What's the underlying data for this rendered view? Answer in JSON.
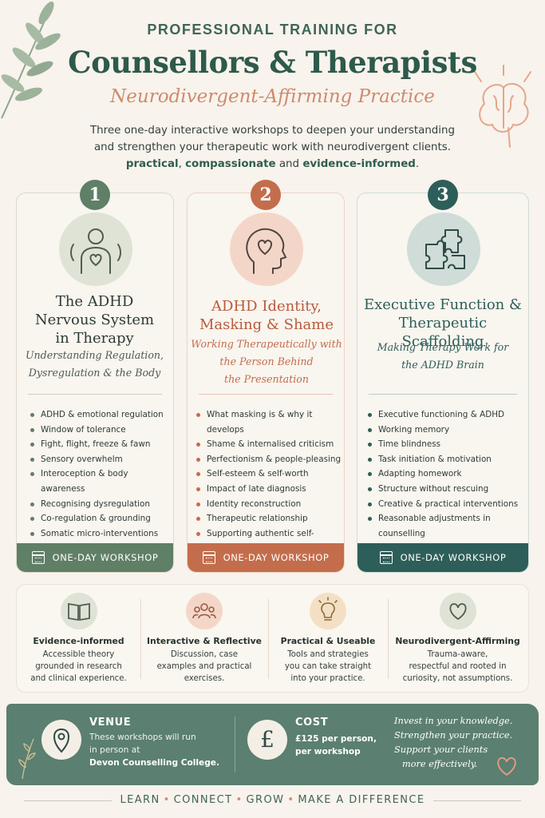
{
  "header": {
    "kicker": "PROFESSIONAL TRAINING FOR",
    "title": "Counsellors & Therapists",
    "subtitle": "Neurodivergent-Affirming Practice",
    "intro_line1": "Three one-day interactive workshops to deepen your understanding",
    "intro_line2": "and strengthen your therapeutic work with neurodivergent clients.",
    "intro_bold1": "practical",
    "intro_sep1": ", ",
    "intro_bold2": "compassionate",
    "intro_sep2": " and ",
    "intro_bold3": "evidence-informed",
    "intro_end": "."
  },
  "workshops": [
    {
      "number": "1",
      "title_lines": [
        "The ADHD",
        "Nervous System",
        "in Therapy"
      ],
      "subtitle_lines": [
        "Understanding Regulation,",
        "Dysregulation & the Body"
      ],
      "items": [
        "ADHD & emotional regulation",
        "Window of tolerance",
        "Fight, flight, freeze & fawn",
        "Sensory overwhelm",
        "Interoception & body awareness",
        "Recognising dysregulation",
        "Co-regulation & grounding",
        "Somatic micro-interventions"
      ],
      "footer": "ONE-DAY WORKSHOP",
      "icon": "body-heart-icon",
      "color": "#5f7f66"
    },
    {
      "number": "2",
      "title_lines": [
        "ADHD Identity,",
        "Masking & Shame"
      ],
      "subtitle_lines": [
        "Working Therapeutically with",
        "the Person Behind",
        "the Presentation"
      ],
      "items": [
        "What masking is & why it develops",
        "Shame & internalised criticism",
        "Perfectionism & people-pleasing",
        "Self-esteem & self-worth",
        "Impact of late diagnosis",
        "Identity reconstruction",
        "Therapeutic relationship",
        "Supporting authentic self-expression"
      ],
      "footer": "ONE-DAY WORKSHOP",
      "icon": "head-heart-icon",
      "color": "#c46d4c"
    },
    {
      "number": "3",
      "title_lines": [
        "Executive Function &",
        "Therapeutic Scaffolding"
      ],
      "subtitle_lines": [
        "Making Therapy Work for",
        "the ADHD Brain"
      ],
      "items": [
        "Executive functioning & ADHD",
        "Working memory",
        "Time blindness",
        "Task initiation & motivation",
        "Adapting homework",
        "Structure without rescuing",
        "Creative & practical interventions",
        "Reasonable adjustments in counselling"
      ],
      "footer": "ONE-DAY WORKSHOP",
      "icon": "puzzle-icon",
      "color": "#2e5e5a"
    }
  ],
  "features": [
    {
      "title": "Evidence-informed",
      "lines": [
        "Accessible theory",
        "grounded in research",
        "and clinical experience."
      ],
      "icon": "book-icon"
    },
    {
      "title": "Interactive & Reflective",
      "lines": [
        "Discussion, case",
        "examples and practical",
        "exercises."
      ],
      "icon": "group-icon"
    },
    {
      "title": "Practical & Useable",
      "lines": [
        "Tools and strategies",
        "you can take straight",
        "into your practice."
      ],
      "icon": "lightbulb-icon"
    },
    {
      "title": "Neurodivergent-Affirming",
      "lines": [
        "Trauma-aware,",
        "respectful and rooted in",
        "curiosity, not assumptions."
      ],
      "icon": "heart-icon"
    }
  ],
  "venue": {
    "label": "VENUE",
    "line1": "These workshops will run",
    "line2": "in person at",
    "place": "Devon Counselling College."
  },
  "cost": {
    "label": "COST",
    "symbol": "£",
    "line1": "£125 per person,",
    "line2": "per workshop"
  },
  "quote_lines": [
    "Invest in your knowledge.",
    "Strengthen your practice.",
    "Support your clients",
    "more effectively."
  ],
  "tagline": [
    "LEARN",
    "CONNECT",
    "GROW",
    "MAKE A DIFFERENCE"
  ],
  "colors": {
    "green": "#5f7f66",
    "terracotta": "#c46d4c",
    "teal": "#2e5e5a",
    "banner": "#5b7f71",
    "accent": "#cf8a6e"
  }
}
